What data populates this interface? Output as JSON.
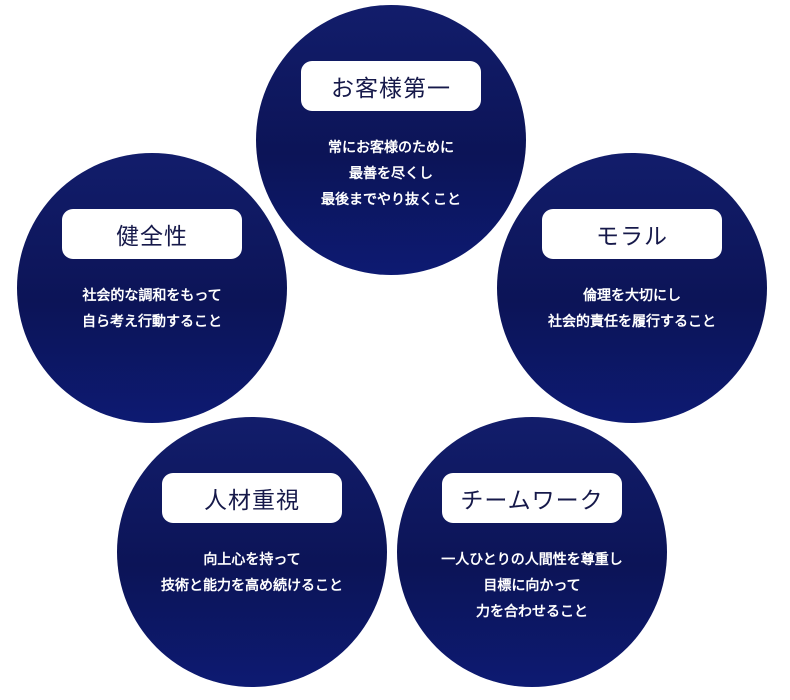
{
  "values": {
    "customer": {
      "title": "お客様第一",
      "lines": [
        "常にお客様のために",
        "最善を尽くし",
        "最後までやり抜くこと"
      ]
    },
    "health": {
      "title": "健全性",
      "lines": [
        "社会的な調和をもって",
        "自ら考え行動すること"
      ]
    },
    "moral": {
      "title": "モラル",
      "lines": [
        "倫理を大切にし",
        "社会的責任を履行すること"
      ]
    },
    "people": {
      "title": "人材重視",
      "lines": [
        "向上心を持って",
        "技術と能力を高め続けること"
      ]
    },
    "team": {
      "title": "チームワーク",
      "lines": [
        "一人ひとりの人間性を尊重し",
        "目標に向かって",
        "力を合わせること"
      ]
    }
  }
}
